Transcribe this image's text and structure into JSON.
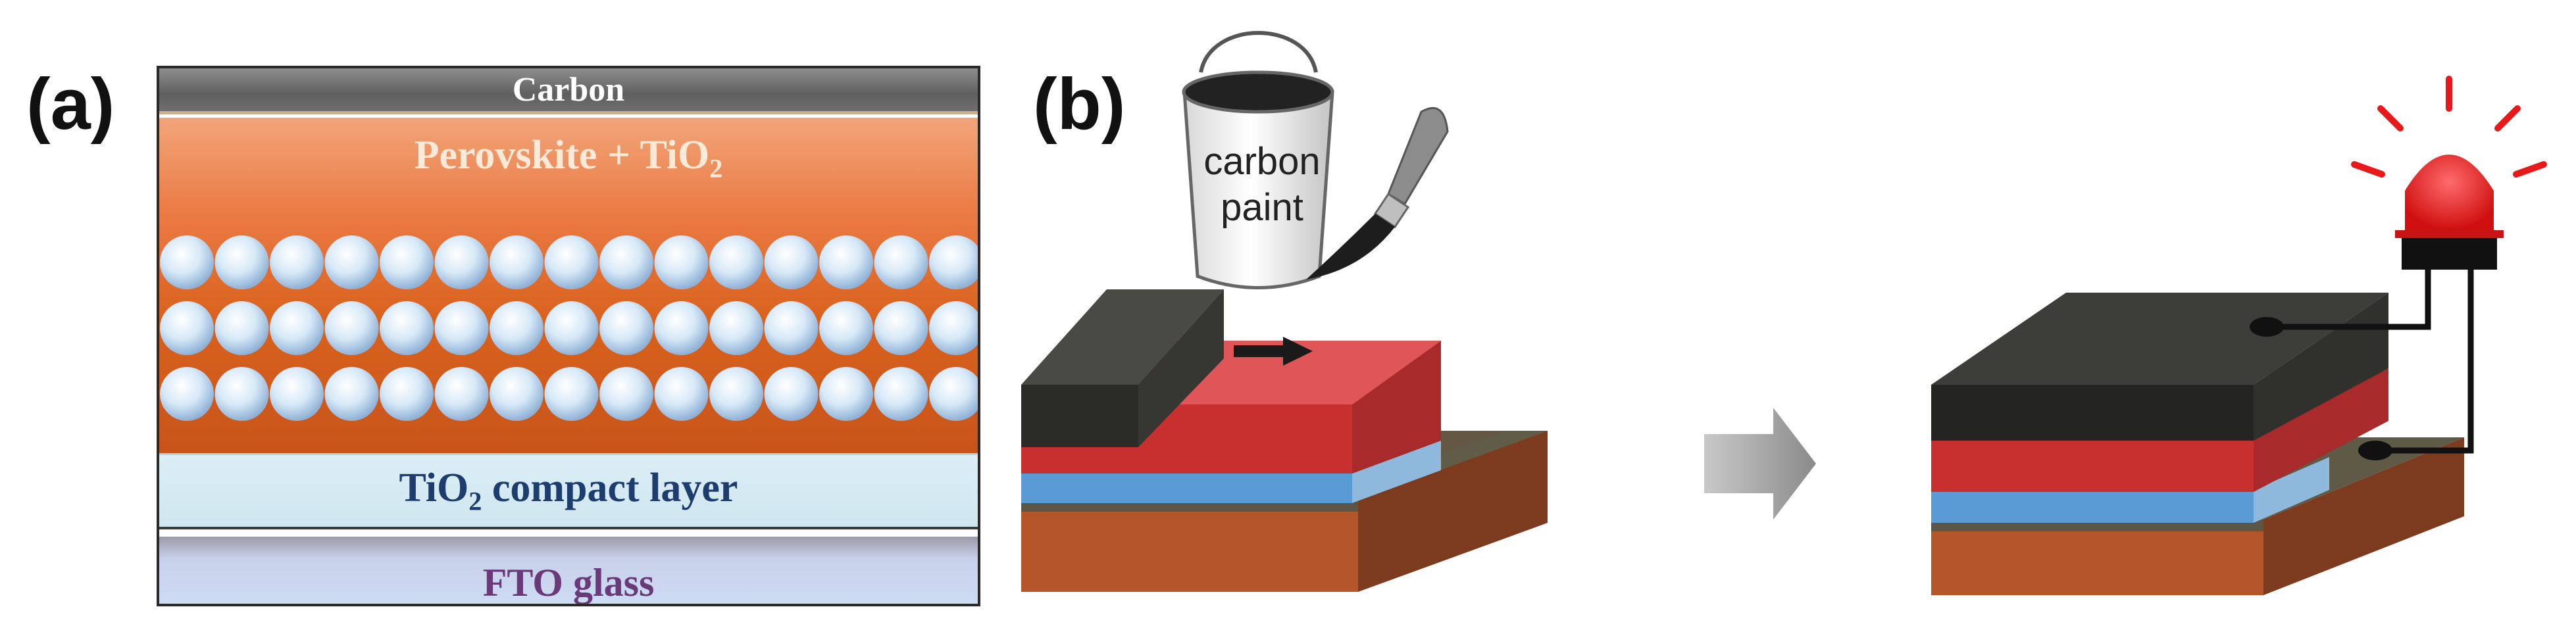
{
  "panel_a": {
    "label": "(a)",
    "layers": {
      "carbon": "Carbon",
      "perovskite": "Perovskite + TiO",
      "perovskite_sub": "2",
      "compact_main": "TiO",
      "compact_sub": "2",
      "compact_rest": " compact layer",
      "fto": "FTO glass"
    }
  },
  "panel_b": {
    "label": "(b)",
    "paint_can_line1": "carbon",
    "paint_can_line2": "paint"
  },
  "colors": {
    "carbon": "#3a3a36",
    "perovskite": "#d94a4a",
    "tio2": "#5b9bd5",
    "fto": "#6b6450",
    "glass": "#b5562a",
    "led": "#e8191b"
  }
}
